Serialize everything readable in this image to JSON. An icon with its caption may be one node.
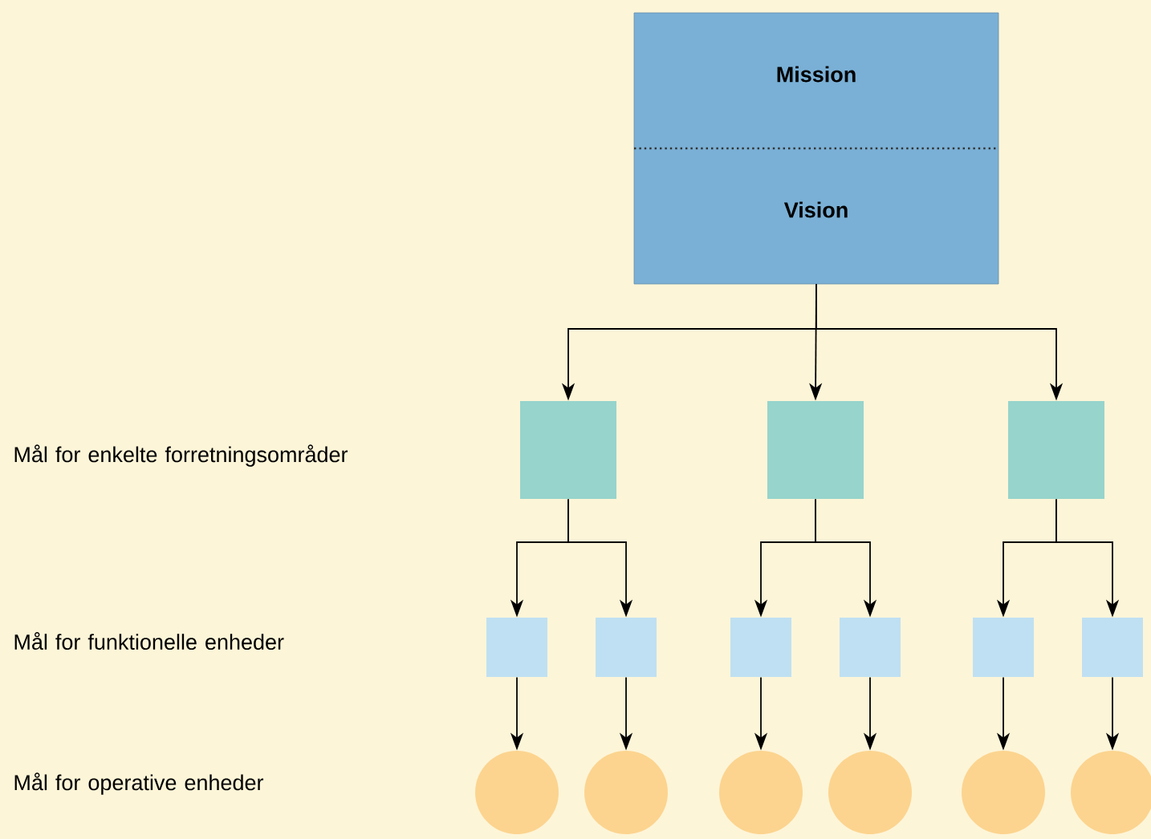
{
  "diagram": {
    "nodes": [
      {
        "text": [
          "Mission",
          "Vision"
        ]
      },
      {
        "text": [],
        "shape": "box"
      },
      {
        "text": [],
        "shape": "box"
      },
      {
        "text": [],
        "shape": "box"
      },
      {
        "text": [],
        "shape": "box"
      },
      {
        "text": [],
        "shape": "box"
      },
      {
        "text": [],
        "shape": "box"
      },
      {
        "text": [],
        "shape": "box"
      },
      {
        "text": [],
        "shape": "box"
      },
      {
        "text": [],
        "shape": "box"
      },
      {
        "text": [],
        "shape": "circle"
      },
      {
        "text": [],
        "shape": "circle"
      },
      {
        "text": [],
        "shape": "circle"
      },
      {
        "text": [],
        "shape": "circle"
      },
      {
        "text": [],
        "shape": "circle"
      },
      {
        "text": [],
        "shape": "circle"
      }
    ],
    "edges": [
      {
        "from": 0,
        "to": 1,
        "arrow": "to"
      },
      {
        "from": 0,
        "to": 2,
        "arrow": "to"
      },
      {
        "from": 0,
        "to": 3,
        "arrow": "to"
      },
      {
        "from": 1,
        "to": 4,
        "arrow": "to"
      },
      {
        "from": 1,
        "to": 5,
        "arrow": "to"
      },
      {
        "from": 2,
        "to": 6,
        "arrow": "to"
      },
      {
        "from": 2,
        "to": 7,
        "arrow": "to"
      },
      {
        "from": 3,
        "to": 8,
        "arrow": "to"
      },
      {
        "from": 3,
        "to": 9,
        "arrow": "to"
      },
      {
        "from": 4,
        "to": 10,
        "arrow": "to"
      },
      {
        "from": 5,
        "to": 11,
        "arrow": "to"
      },
      {
        "from": 6,
        "to": 12,
        "arrow": "to"
      },
      {
        "from": 7,
        "to": 13,
        "arrow": "to"
      },
      {
        "from": 8,
        "to": 14,
        "arrow": "to"
      },
      {
        "from": 9,
        "to": 15,
        "arrow": "to"
      }
    ],
    "labels": [
      "Mål for enkelte forretningsområder",
      "Mål for funktionelle enheder",
      "Mål for operative enheder"
    ]
  }
}
